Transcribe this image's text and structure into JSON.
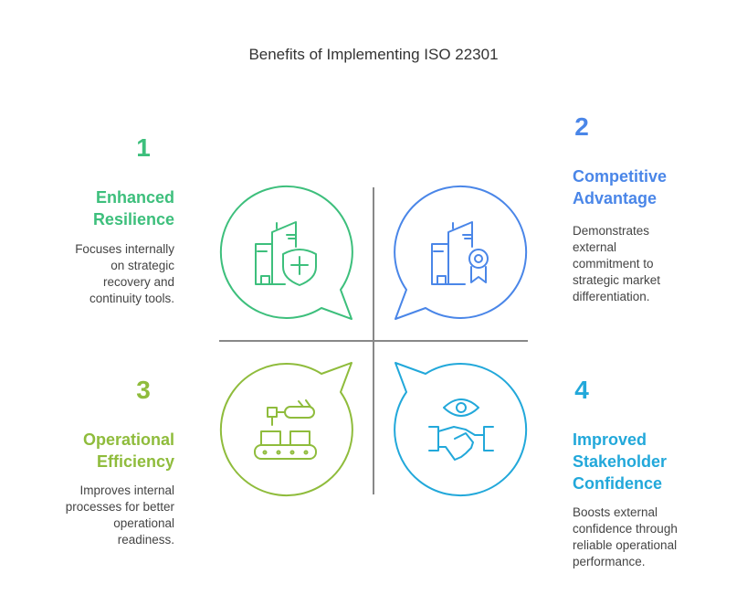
{
  "title": "Benefits of Implementing ISO 22301",
  "items": [
    {
      "number": "1",
      "heading_lines": [
        "Enhanced",
        "Resilience"
      ],
      "description_lines": [
        "Focuses internally",
        "on strategic",
        "recovery and",
        "continuity tools."
      ],
      "color": "#3dbf7c",
      "icon": "building-shield-icon"
    },
    {
      "number": "2",
      "heading_lines": [
        "Competitive",
        "Advantage"
      ],
      "description_lines": [
        "Demonstrates",
        "external",
        "commitment to",
        "strategic market",
        "differentiation."
      ],
      "color": "#4a86e8",
      "icon": "building-award-icon"
    },
    {
      "number": "3",
      "heading_lines": [
        "Operational",
        "Efficiency"
      ],
      "description_lines": [
        "Improves internal",
        "processes for better",
        "operational",
        "readiness."
      ],
      "color": "#8fbc3c",
      "icon": "robot-arm-conveyor-icon"
    },
    {
      "number": "4",
      "heading_lines": [
        "Improved",
        "Stakeholder",
        "Confidence"
      ],
      "description_lines": [
        "Boosts external",
        "confidence through",
        "reliable operational",
        "performance."
      ],
      "color": "#22a8da",
      "icon": "eye-handshake-icon"
    }
  ]
}
